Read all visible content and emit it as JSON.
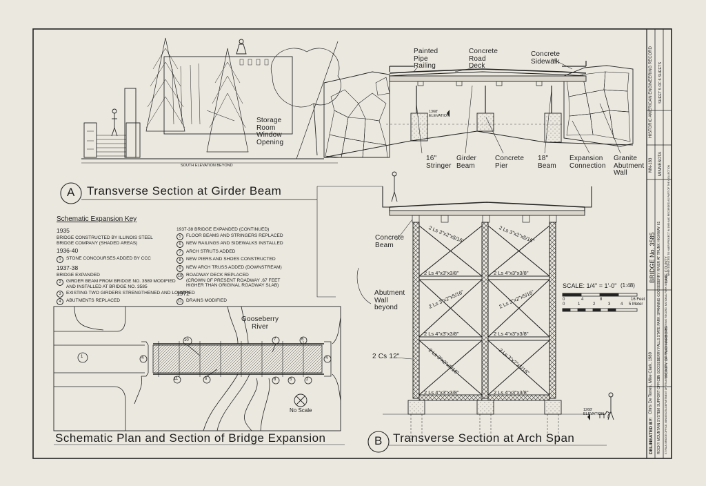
{
  "section_a": {
    "letter": "A",
    "title": "Transverse Section at Girder Beam",
    "elevation_note": "SOUTH ELEVATION BEYOND",
    "elevation_mark": "1368'\nELEVATION",
    "callouts": {
      "storage_room": "Storage\nRoom\nWindow\nOpening",
      "painted_railing": "Painted\nPipe\nRailing",
      "concrete_deck": "Concrete\nRoad\nDeck",
      "concrete_sidewalk": "Concrete\nSidewalk",
      "stringer": "16\"\nStringer",
      "girder_beam": "Girder\nBeam",
      "concrete_pier": "Concrete\nPier",
      "beam_18": "18\"\nBeam",
      "expansion_connection": "Expansion\nConnection",
      "granite_wall": "Granite\nAbutment\nWall"
    }
  },
  "key": {
    "heading": "Schematic Expansion Key",
    "col1": [
      {
        "kind": "year",
        "text": "1935"
      },
      {
        "kind": "plain",
        "text": "BRIDGE CONSTRUCTED BY ILLINOIS STEEL\nBRIDGE COMPANY (SHADED AREAS)"
      },
      {
        "kind": "year",
        "text": "1936-40"
      },
      {
        "kind": "item",
        "n": "1",
        "text": "STONE CONCOURSES ADDED BY CCC"
      },
      {
        "kind": "year",
        "text": "1937-38"
      },
      {
        "kind": "plain",
        "text": "BRIDGE EXPANDED"
      },
      {
        "kind": "item",
        "n": "2",
        "text": "GIRDER BEAM FROM BRIDGE NO. 3589 MODIFIED\nAND INSTALLED AT BRIDGE NO. 3585"
      },
      {
        "kind": "item",
        "n": "3",
        "text": "EXISTING TWO GIRDERS STRENGTHENED AND LOWERED"
      },
      {
        "kind": "item",
        "n": "4",
        "text": "ABUTMENTS REPLACED"
      }
    ],
    "col2": [
      {
        "kind": "plain",
        "text": "1937-38 BRIDGE EXPANDED (CONTINUED)"
      },
      {
        "kind": "item",
        "n": "5",
        "text": "FLOOR BEAMS AND STRINGERS REPLACED"
      },
      {
        "kind": "item",
        "n": "6",
        "text": "NEW RAILINGS AND SIDEWALKS INSTALLED"
      },
      {
        "kind": "item",
        "n": "7",
        "text": "ARCH STRUTS ADDED"
      },
      {
        "kind": "item",
        "n": "8",
        "text": "NEW PIERS AND SHOES CONSTRUCTED"
      },
      {
        "kind": "item",
        "n": "9",
        "text": "NEW ARCH TRUSS ADDED (DOWNSTREAM)"
      },
      {
        "kind": "item",
        "n": "10",
        "text": "ROADWAY DECK REPLACED\n(CROWN OF PRESENT ROADWAY .67 FEET\nHIGHER THAN ORIGINAL ROADWAY SLAB)"
      },
      {
        "kind": "year",
        "text": "1972"
      },
      {
        "kind": "item",
        "n": "11",
        "text": "DRAINS MODIFIED"
      }
    ]
  },
  "plan": {
    "title": "Schematic Plan and Section of Bridge Expansion",
    "river": "Gooseberry\nRiver",
    "no_scale": "No Scale"
  },
  "section_b": {
    "letter": "B",
    "title": "Transverse Section at Arch Span",
    "elevation_mark": "1268'\nELEVATION",
    "callouts": {
      "concrete_beam": "Concrete\nBeam",
      "abutment_wall": "Abutment\nWall\nbeyond",
      "channels": "2 Cs 12\""
    },
    "members": {
      "diag_a": "2 Ls 3\"x2\"x5/16\"",
      "diag_b": "2 Ls 3\"x2\"x5/16\"",
      "horiz": "2 Ls 4\"x3\"x3/8\""
    }
  },
  "scale": {
    "label": "SCALE: 1/4\" = 1'-0\"",
    "ratio": "(1:48)",
    "feet_ticks": [
      "0",
      "4",
      "8",
      "16 Feet"
    ],
    "meter_ticks": [
      "0",
      "1",
      "2",
      "3",
      "4",
      "5 Meter"
    ]
  },
  "title_block": {
    "bridge_name": "BRIDGE No. 3585",
    "location": "IN GOOSEBERRY FALLS STATE PARK SPANNING GOOSEBERRY RIVER AT TRUNK HIGHWAY 61",
    "county_city": "LAKE COUNTY",
    "county": "VICINITY OF TWO HARBORS",
    "state": "MINNESOTA",
    "survey_no": "MN-183",
    "program": "HISTORIC AMERICAN\nENGINEERING RECORD",
    "sheet": "SHEET 5 OF 6 SHEETS",
    "delineated_by": "DELINEATED BY:",
    "delineator": "Chris De Torres, Mike Clark, 1989",
    "office": "ROCKY MOUNTAIN SYSTEM SUPPORT OFFICE",
    "notes": "ST PAUL BRIDGE OFFICE, MINNESOTA DEPARTMENT OF TRANSPORTATION, HISTORIC AMERICAN ENGINEERING RECORD, NATIONAL PARK SERVICE",
    "notes2": "WHEN DONATED TO HAER PROJECT IN 1989 AND RECORDED AS PART OF THE COLLECTION"
  }
}
